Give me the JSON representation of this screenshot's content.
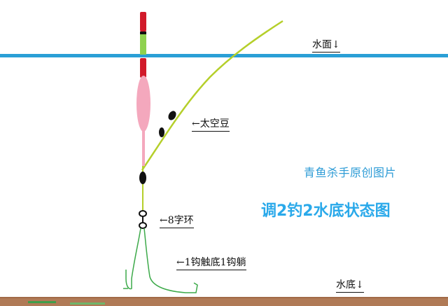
{
  "labels": {
    "water_surface": "水面↓",
    "water_bottom": "水底↓",
    "space_bean": "←太空豆",
    "eight_ring": "←8字环",
    "hook_note": "←1钩触底1钩躺",
    "credit": "青鱼杀手原创图片",
    "title": "调2钓2水底状态图"
  },
  "colors": {
    "water_line": "#2a9fd6",
    "main_line": "#b5cf2a",
    "hook_line": "#3daa4a",
    "float_red": "#d11a2a",
    "float_green": "#8fd14f",
    "float_body": "#f4a8bd",
    "bottom": "#b07a56",
    "grass": "#3f9e4a"
  }
}
